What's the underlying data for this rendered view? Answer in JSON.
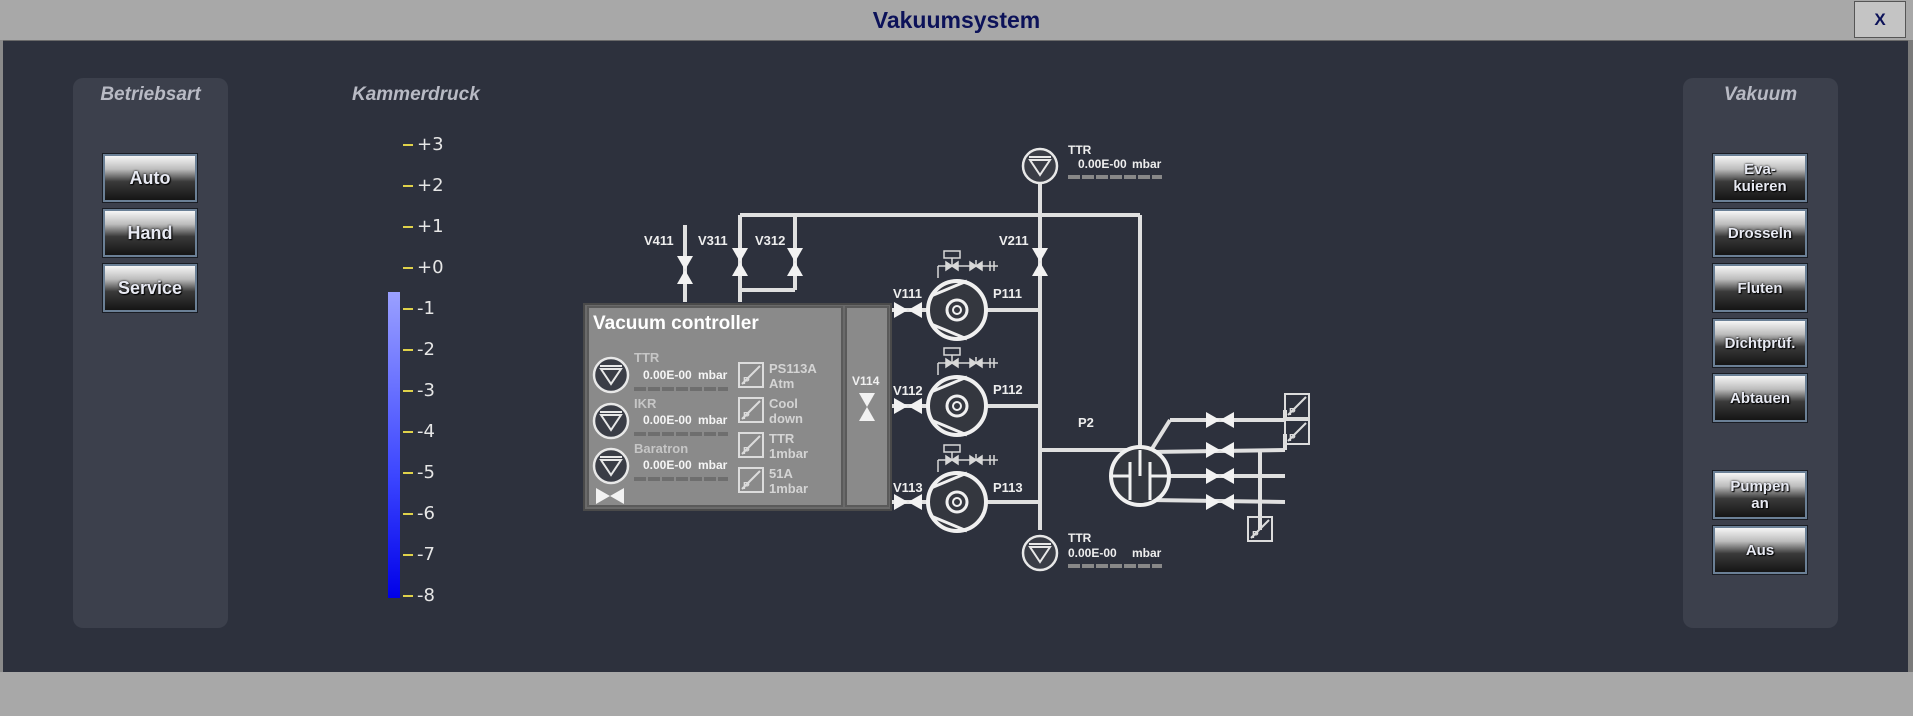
{
  "window": {
    "title": "Vakuumsystem",
    "close_label": "X"
  },
  "betriebsart": {
    "title": "Betriebsart",
    "buttons": [
      "Auto",
      "Hand",
      "Service"
    ]
  },
  "kammerdruck": {
    "title": "Kammerdruck",
    "scale": [
      "+3",
      "+2",
      "+1",
      "+0",
      "-1",
      "-2",
      "-3",
      "-4",
      "-5",
      "-6",
      "-7",
      "-8"
    ]
  },
  "vakuum": {
    "title": "Vakuum",
    "buttons": [
      "Eva-\nkuieren",
      "Drosseln",
      "Fluten",
      "Dichtprüf.",
      "Abtauen",
      "Pumpen\nan",
      "Aus"
    ]
  },
  "controller": {
    "title": "Vacuum controller",
    "gauges": [
      {
        "name": "TTR",
        "value": "0.00E-00",
        "unit": "mbar"
      },
      {
        "name": "IKR",
        "value": "0.00E-00",
        "unit": "mbar"
      },
      {
        "name": "Baratron",
        "value": "0.00E-00",
        "unit": "mbar"
      }
    ],
    "switches": [
      {
        "l1": "PS113A",
        "l2": "Atm"
      },
      {
        "l1": "Cool",
        "l2": "down"
      },
      {
        "l1": "TTR",
        "l2": "1mbar"
      },
      {
        "l1": "51A",
        "l2": "1mbar"
      }
    ],
    "valve": "V114"
  },
  "schematic": {
    "valves": [
      "V411",
      "V311",
      "V312",
      "V211",
      "V111",
      "V112",
      "V113"
    ],
    "pumps": [
      "P111",
      "P112",
      "P113",
      "P2"
    ],
    "gauge_top": {
      "name": "TTR",
      "value": "0.00E-00",
      "unit": "mbar"
    },
    "gauge_bottom": {
      "name": "TTR",
      "value": "0.00E-00",
      "unit": "mbar"
    }
  },
  "colors": {
    "background": "#2d313d",
    "panel": "#3c404c",
    "title": "#0c1259",
    "pipe": "#e0e0e0"
  }
}
